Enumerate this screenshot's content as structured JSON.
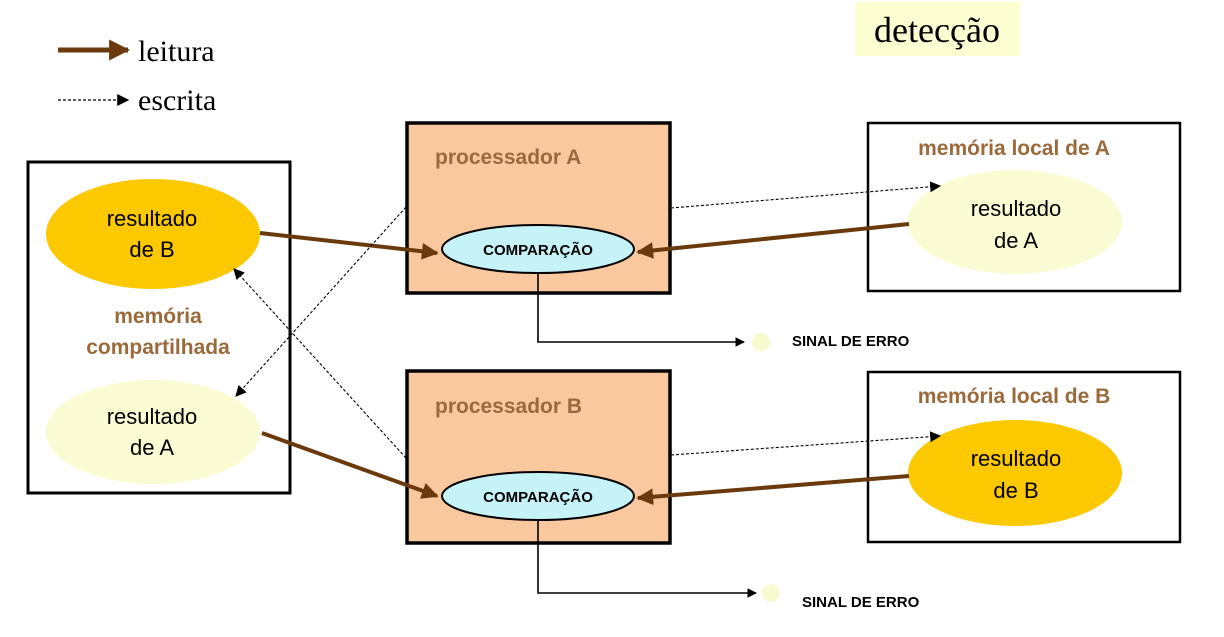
{
  "title": "detecção",
  "legend": {
    "read_label": "leitura",
    "write_label": "escrita"
  },
  "shared_memory": {
    "label_line1": "memória",
    "label_line2": "compartilhada",
    "result_b_line1": "resultado",
    "result_b_line2": "de B",
    "result_a_line1": "resultado",
    "result_a_line2": "de A"
  },
  "processor_a": {
    "label": "processador A",
    "comparator": "COMPARAÇÃO",
    "error_signal": "SINAL DE ERRO"
  },
  "processor_b": {
    "label": "processador B",
    "comparator": "COMPARAÇÃO",
    "error_signal": "SINAL DE ERRO"
  },
  "local_memory_a": {
    "label": "memória local de A",
    "result_line1": "resultado",
    "result_line2": "de A"
  },
  "local_memory_b": {
    "label": "memória local de B",
    "result_line1": "resultado",
    "result_line2": "de B"
  },
  "colors": {
    "read_arrow": "#6b3a0c",
    "label_brown": "#9a6a3a",
    "processor_fill": "#fac89f",
    "comparator_fill": "#c6f3f7",
    "result_gold": "#fcc800",
    "result_pale": "#fbfbd4",
    "title_bg": "#fdfdd2",
    "signal_dot": "#f9f9cf"
  }
}
